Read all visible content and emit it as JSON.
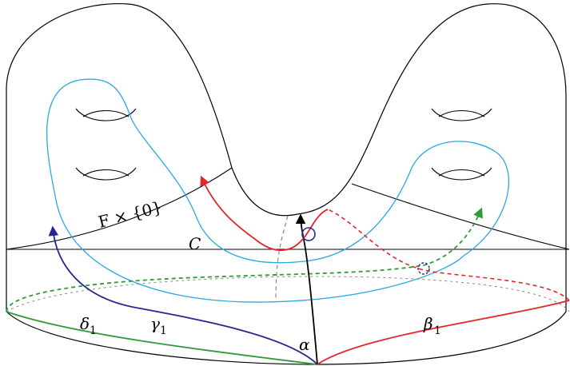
{
  "labels": {
    "surface": "F × {0}",
    "region": "C",
    "alpha": "α",
    "beta": "β",
    "beta_sub": "1",
    "gamma": "γ",
    "gamma_sub": "1",
    "delta": "δ",
    "delta_sub": "1"
  },
  "colors": {
    "outline": "#000000",
    "cyan_loop": "#29a9df",
    "red_curve": "#e3262b",
    "blue_curve": "#27278f",
    "green_curve": "#2e9b3a",
    "gray_dash": "#888888"
  }
}
